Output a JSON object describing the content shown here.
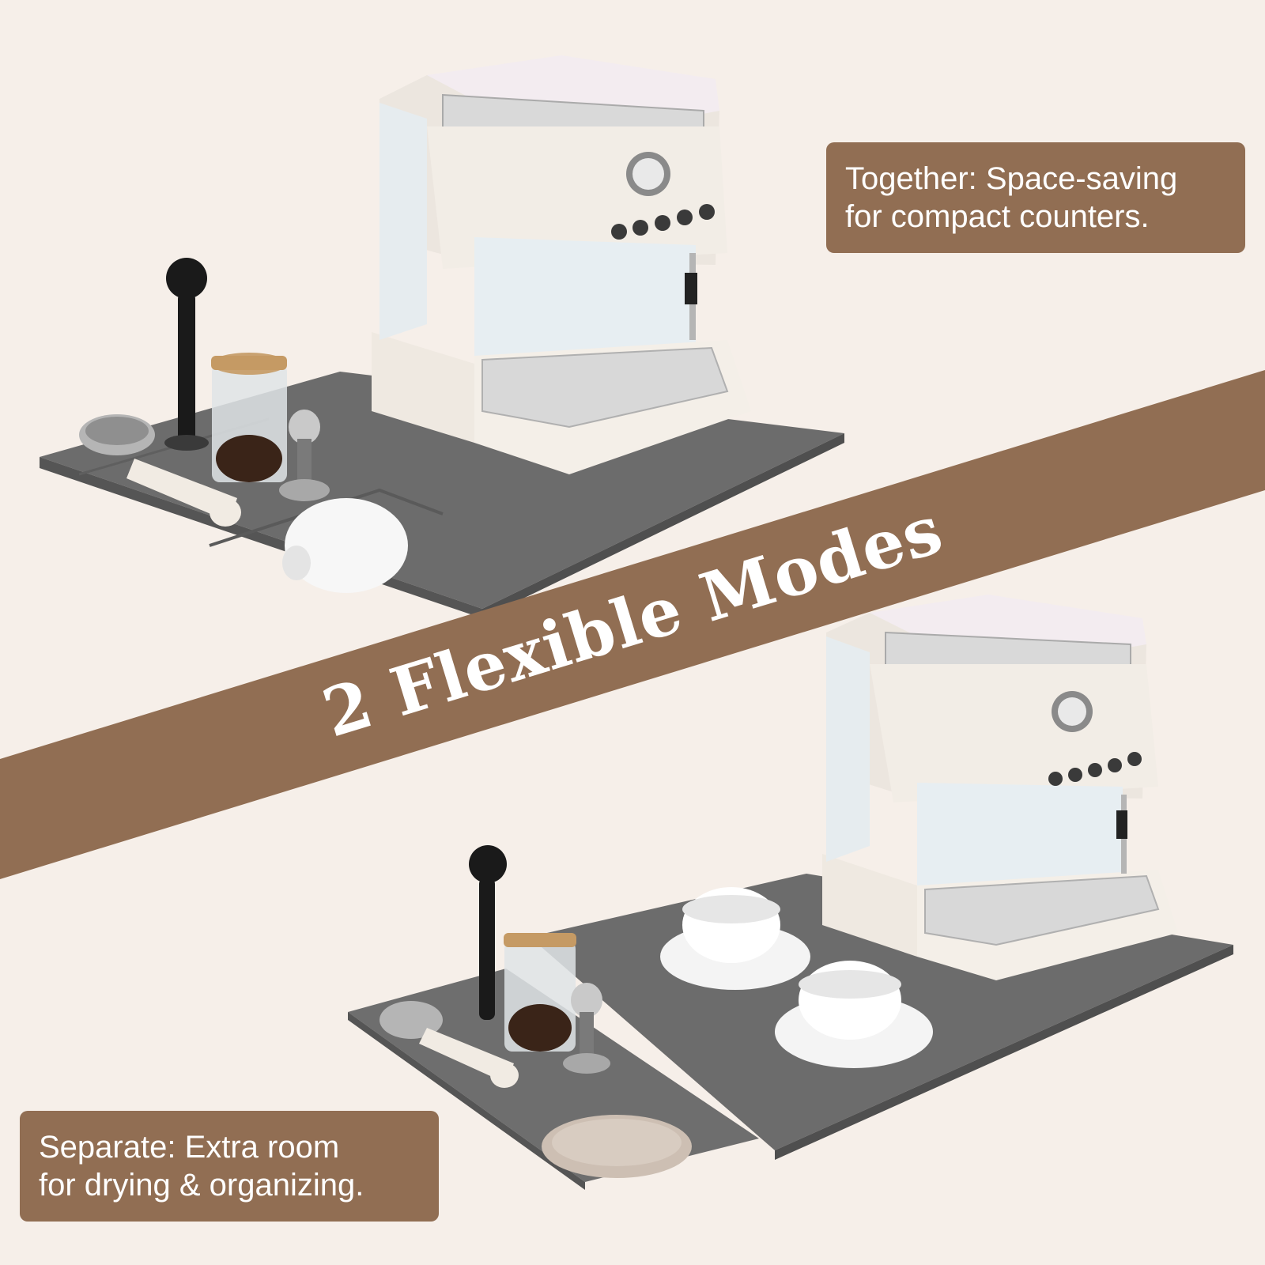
{
  "colors": {
    "background": "#f6efe9",
    "accent_brown": "#916e53",
    "mat_gray": "#6c6c6c",
    "machine_cream": "#f2ede6"
  },
  "banner": {
    "title": "2 Flexible Modes"
  },
  "callouts": {
    "together": {
      "line1": "Together: Space-saving",
      "line2": "for compact counters."
    },
    "separate": {
      "line1": "Separate: Extra room",
      "line2": "for drying & organizing."
    }
  }
}
